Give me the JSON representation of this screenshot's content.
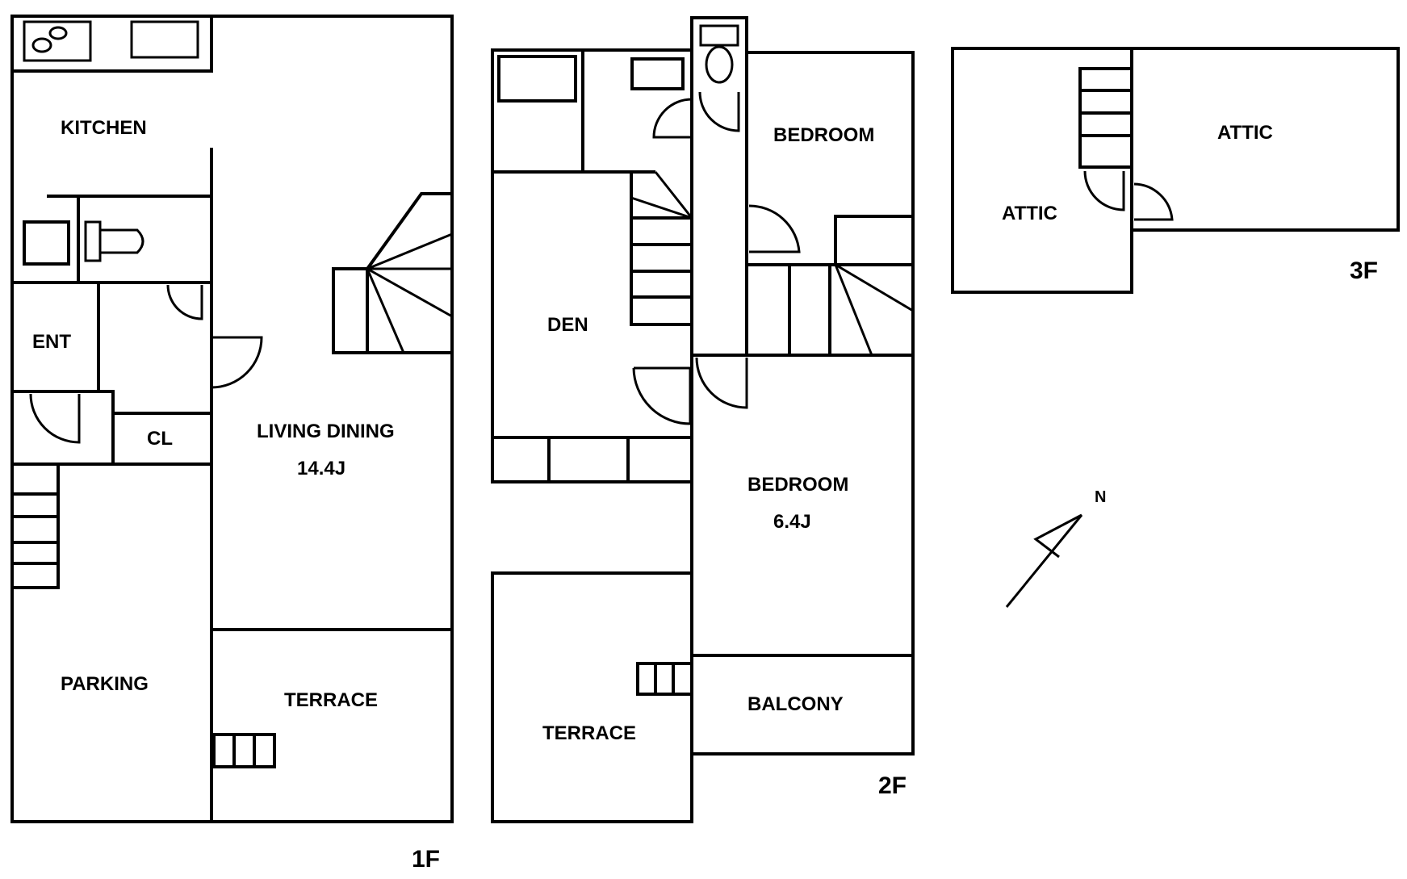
{
  "floors": {
    "f1": {
      "label": "1F",
      "rooms": {
        "kitchen": "KITCHEN",
        "ent": "ENT",
        "cl": "CL",
        "living": "LIVING DINING",
        "living_size": "14.4J",
        "parking": "PARKING",
        "terrace": "TERRACE"
      }
    },
    "f2": {
      "label": "2F",
      "rooms": {
        "bedroom_north": "BEDROOM",
        "den": "DEN",
        "bedroom_south": "BEDROOM",
        "bedroom_south_size": "6.4J",
        "terrace": "TERRACE",
        "balcony": "BALCONY"
      }
    },
    "f3": {
      "label": "3F",
      "rooms": {
        "attic_left": "ATTIC",
        "attic_right": "ATTIC"
      }
    }
  },
  "compass": {
    "label": "N",
    "icon": "north-arrow-icon"
  }
}
